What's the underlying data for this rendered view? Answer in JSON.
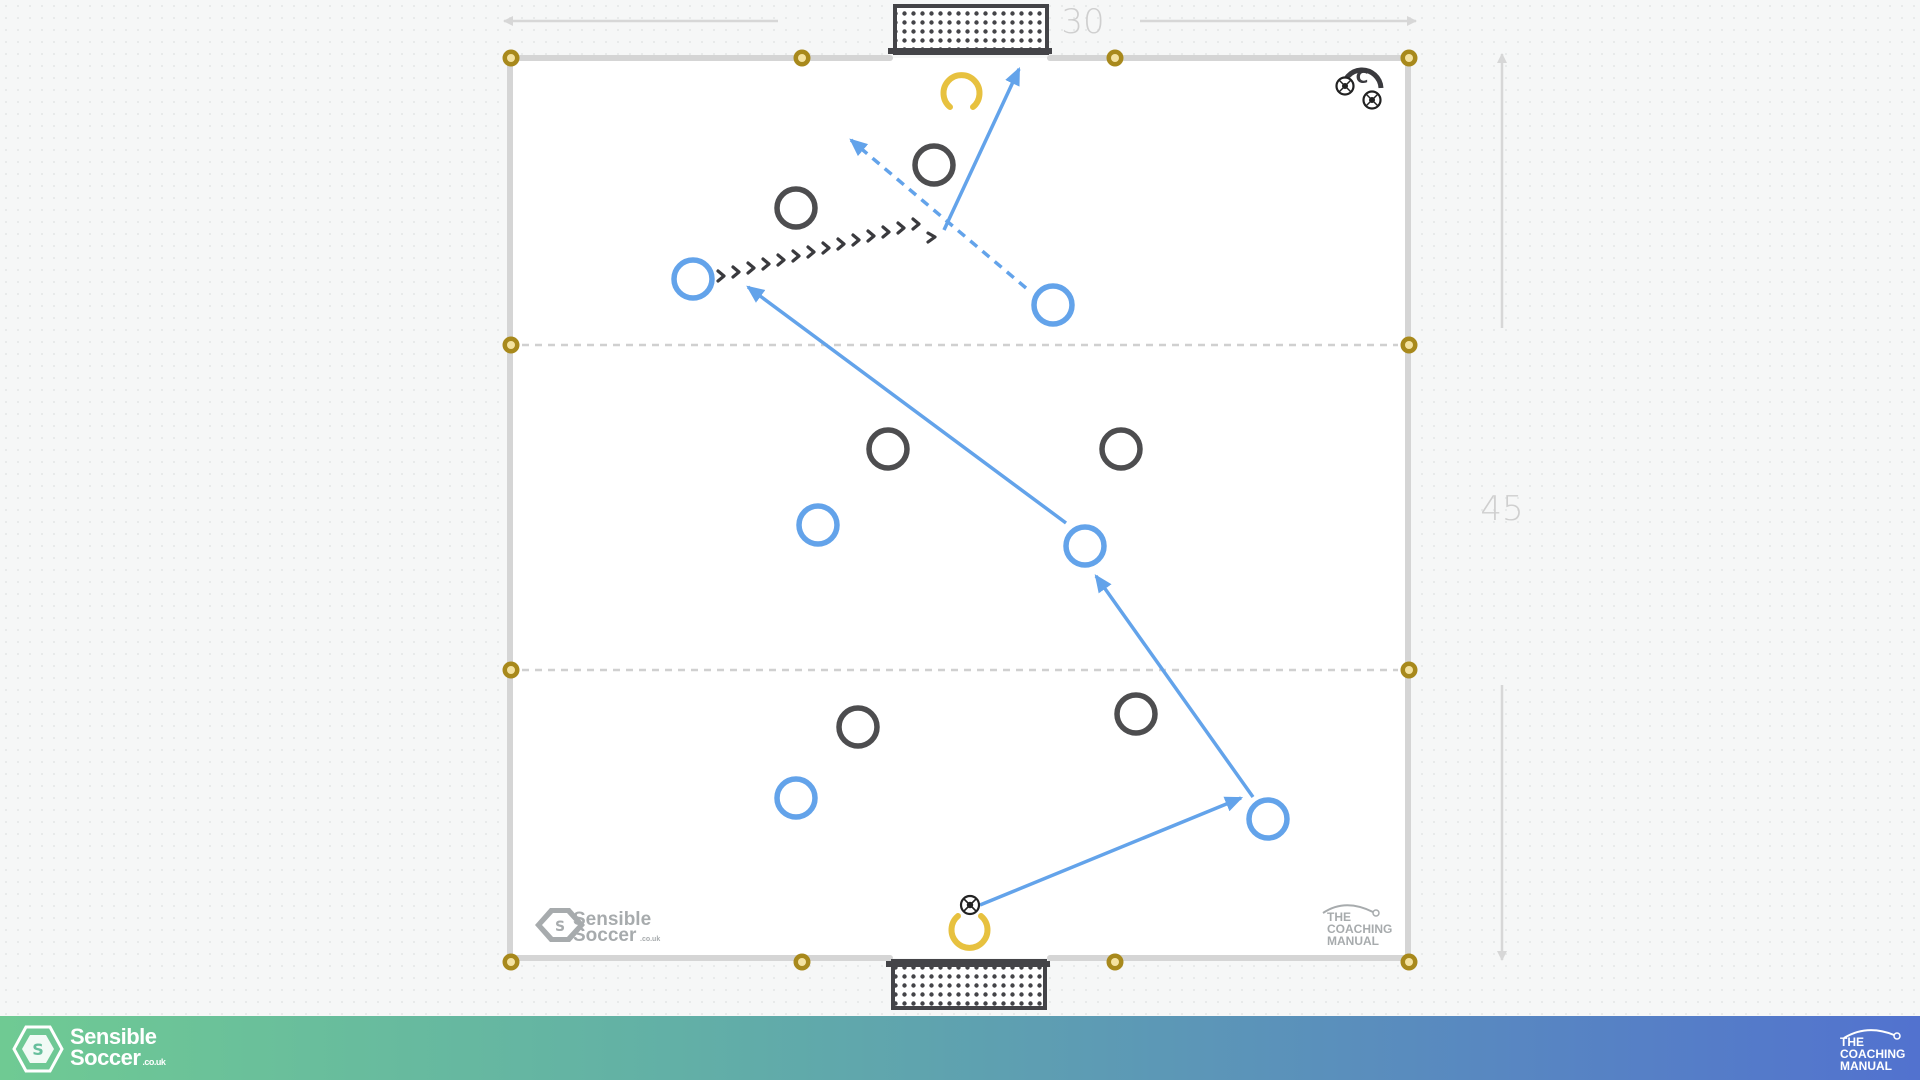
{
  "dimensions": {
    "width_label": "30",
    "length_label": "45"
  },
  "brand": {
    "sensible_name_line1": "Sensible",
    "sensible_name_line2": "Soccer",
    "sensible_suffix": ".co.uk",
    "coaching_manual_line1": "THE",
    "coaching_manual_line2": "COACHING",
    "coaching_manual_line3": "MANUAL"
  },
  "coach_label": "C",
  "colors": {
    "team_attack": "#63a3ea",
    "team_defend": "#4d4d4f",
    "goalkeeper": "#e7c13f",
    "cone": "#a8891c",
    "boundary": "#d5d5d5",
    "goal": "#444448"
  },
  "icons": [
    "ball-icon",
    "coach-icon",
    "goal-icon",
    "cone-icon",
    "sensible-soccer-logo",
    "coaching-manual-logo"
  ]
}
